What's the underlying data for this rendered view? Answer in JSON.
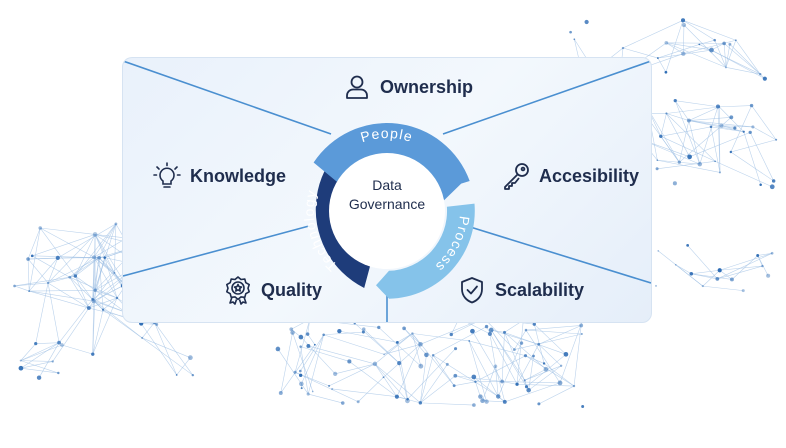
{
  "center": {
    "line1": "Data",
    "line2": "Governance"
  },
  "ring": {
    "top": "People",
    "right": "Process",
    "left": "Technology"
  },
  "pillars": {
    "ownership": "Ownership",
    "knowledge": "Knowledge",
    "accessibility": "Accesibility",
    "quality": "Quality",
    "scalability": "Scalability"
  },
  "colors": {
    "people_segment": "#5b9ad9",
    "process_segment": "#85c3ea",
    "technology_segment": "#1e3c7a",
    "text_dark": "#1f2d4d",
    "divider_lines": "#4a8fd0",
    "network_dots": "#2f6db5"
  },
  "icons": {
    "ownership": "user-icon",
    "knowledge": "lightbulb-icon",
    "accessibility": "key-icon",
    "quality": "award-badge-icon",
    "scalability": "shield-check-icon"
  }
}
